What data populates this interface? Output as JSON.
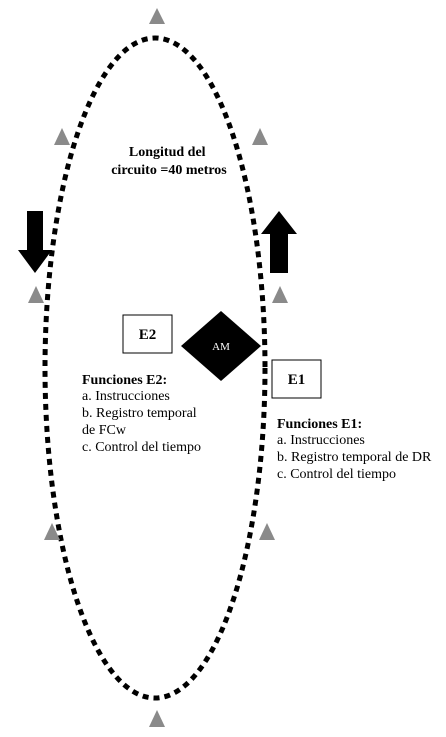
{
  "diagram": {
    "circuit_label": [
      "Longitud del",
      "circuito =40 metros"
    ],
    "center_marker": "AM",
    "e1": {
      "box_label": "E1",
      "functions_title": "Funciones E1:",
      "functions": [
        "a. Instrucciones",
        "b. Registro temporal de DR",
        "c. Control del tiempo"
      ]
    },
    "e2": {
      "box_label": "E2",
      "functions_title": "Funciones E2:",
      "functions": [
        "a. Instrucciones",
        "b. Registro temporal",
        "de FCw",
        "c. Control del tiempo"
      ]
    },
    "colors": {
      "cone": "#8a8a8a",
      "track": "#000000",
      "arrow": "#000000"
    }
  }
}
